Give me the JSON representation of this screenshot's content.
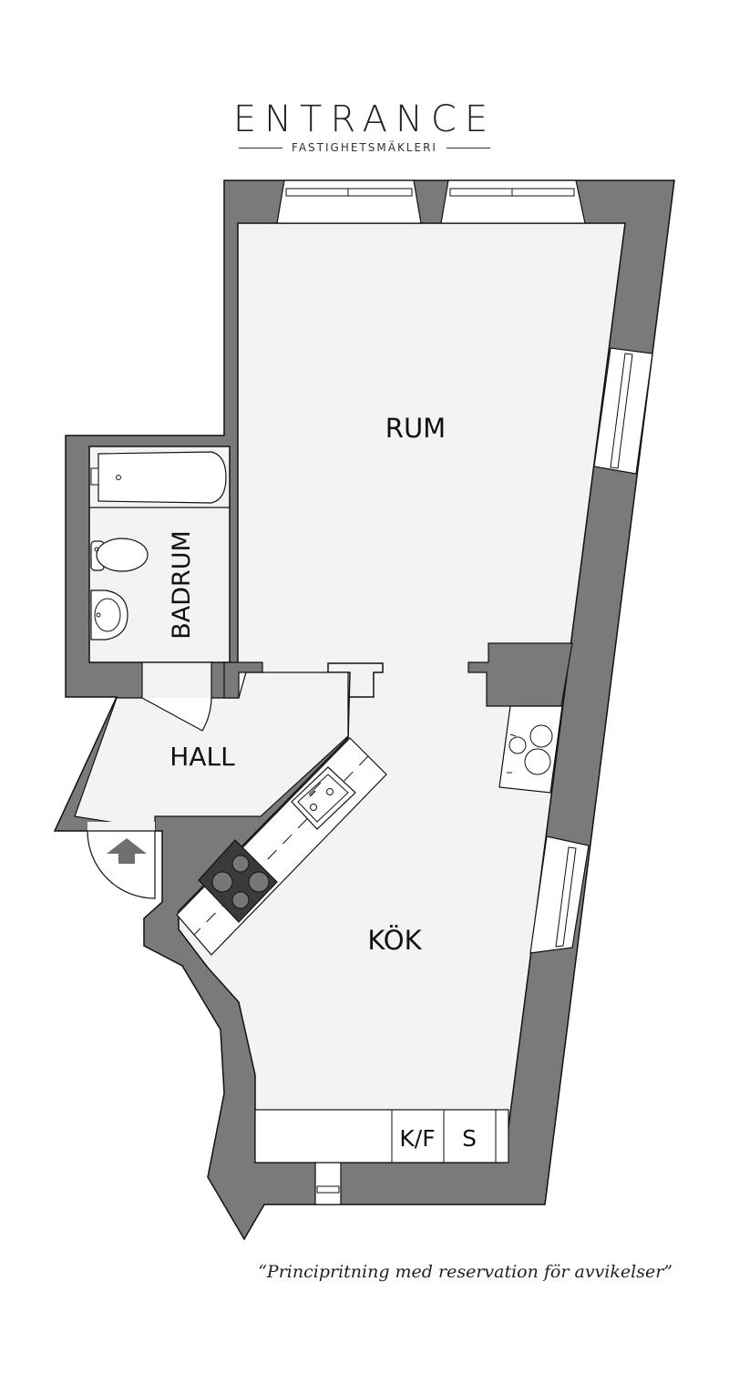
{
  "brand": {
    "name": "ENTRANCE",
    "subtitle": "FASTIGHETSMÄKLERI"
  },
  "rooms": {
    "rum": "RUM",
    "badrum": "BADRUM",
    "hall": "HALL",
    "kok": "KÖK",
    "kf": "K/F",
    "s": "S"
  },
  "disclaimer": "“Principritning med reservation för avvikelser”",
  "colors": {
    "wall": "#7a7a7a",
    "floor": "#f3f3f3",
    "counter": "#ffffff",
    "outline": "#111111"
  },
  "icons": [
    "entrance-arrow-icon",
    "bathtub-icon",
    "toilet-icon",
    "washbasin-icon",
    "sink-icon",
    "stove-icon",
    "hob-icon"
  ]
}
